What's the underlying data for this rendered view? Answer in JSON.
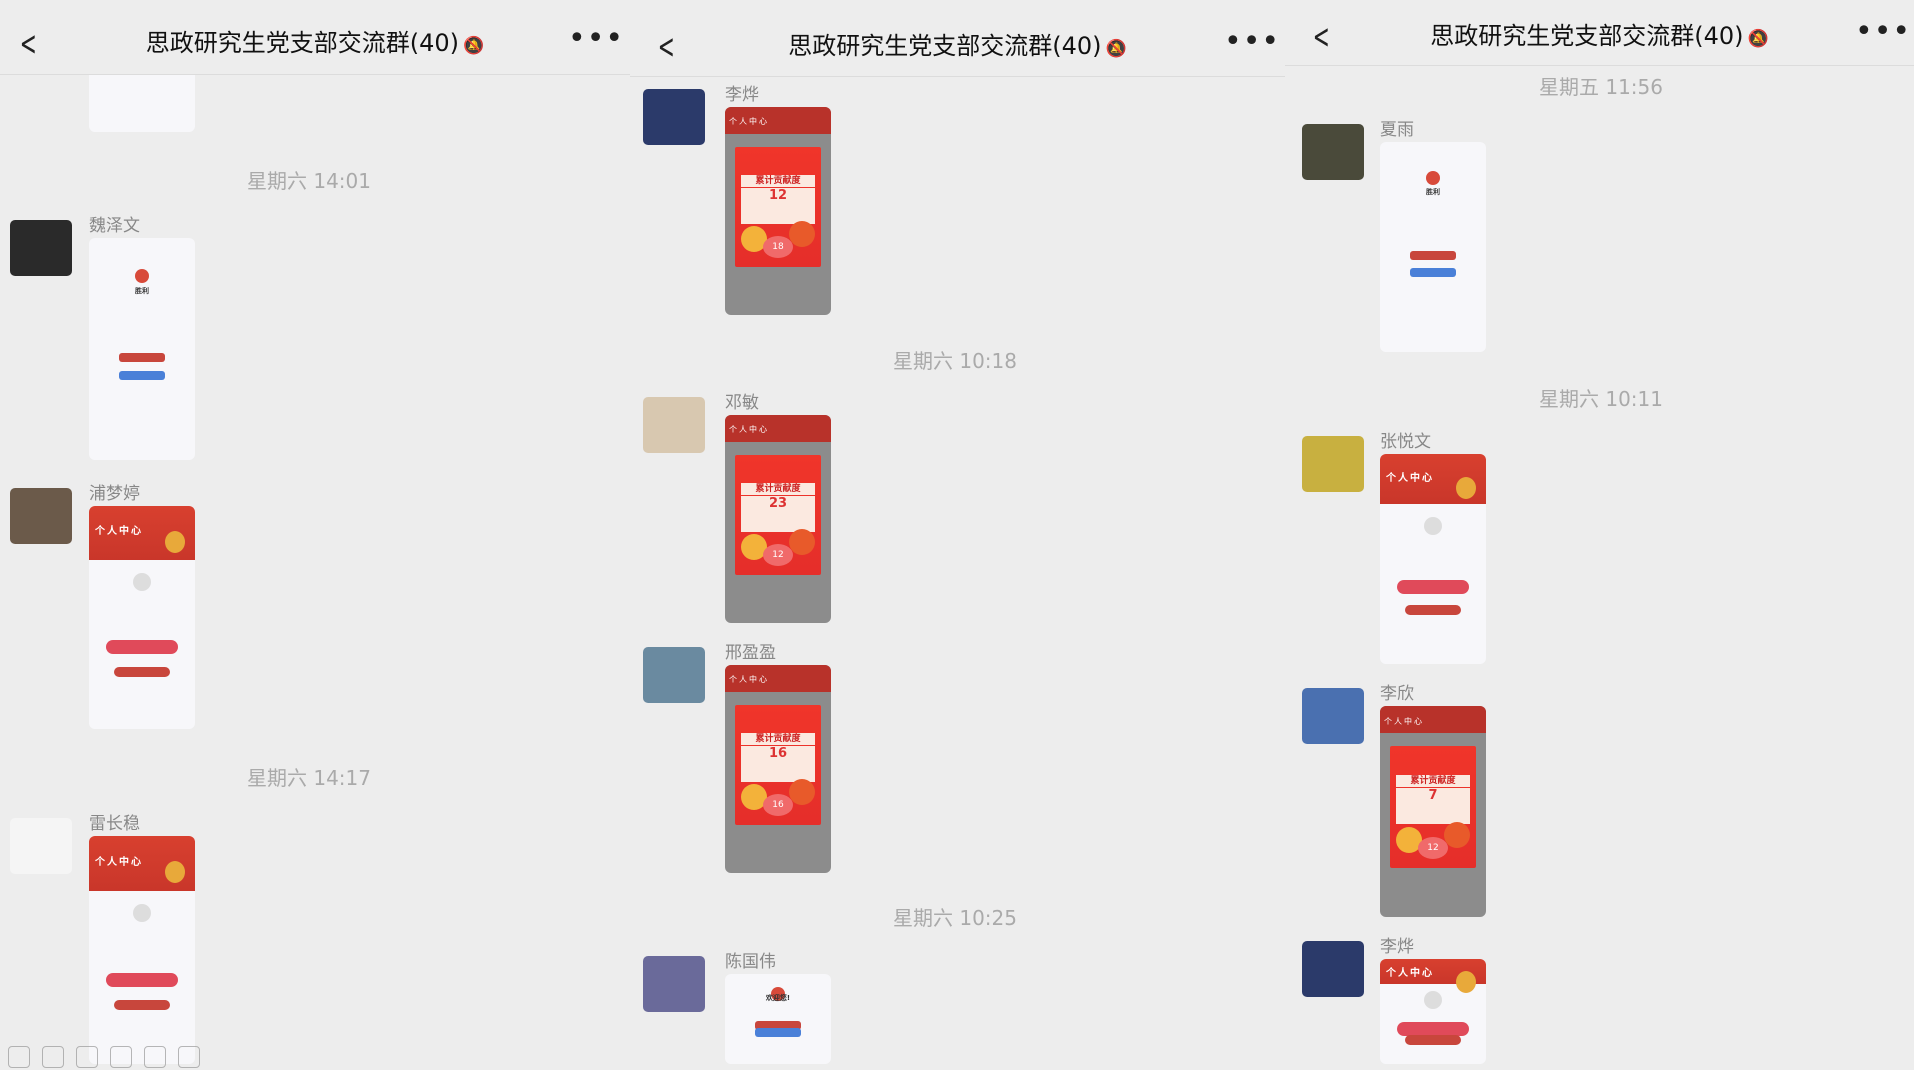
{
  "group_title": "思政研究生党支部交流群(40)",
  "panels": [
    {
      "messages": [
        {
          "type": "time",
          "text": "星期六 14:01"
        },
        {
          "type": "msg",
          "sender": "魏泽文",
          "card": "white",
          "label": "胜利",
          "avatar": "#2a2a2a"
        },
        {
          "type": "msg",
          "sender": "浦梦婷",
          "card": "red",
          "label": "个人中心",
          "avatar": "#6b5a4a"
        },
        {
          "type": "time",
          "text": "星期六 14:17"
        },
        {
          "type": "msg",
          "sender": "雷长稳",
          "card": "red",
          "label": "个人中心",
          "avatar": "#f5f5f5"
        }
      ]
    },
    {
      "messages": [
        {
          "type": "msg",
          "sender": "李烨",
          "card": "grey",
          "label": "个人中心",
          "title": "累计贡献度",
          "value": "12",
          "sub": "18",
          "avatar": "#2b3a6a"
        },
        {
          "type": "time",
          "text": "星期六 10:18"
        },
        {
          "type": "msg",
          "sender": "邓敏",
          "card": "grey",
          "label": "个人中心",
          "title": "累计贡献度",
          "value": "23",
          "sub": "12",
          "avatar": "#d8c8b0"
        },
        {
          "type": "msg",
          "sender": "邢盈盈",
          "card": "grey",
          "label": "个人中心",
          "title": "累计贡献度",
          "value": "16",
          "sub": "16",
          "avatar": "#6a8aa0"
        },
        {
          "type": "time",
          "text": "星期六 10:25"
        },
        {
          "type": "msg",
          "sender": "陈国伟",
          "card": "white",
          "label": "欢迎您!",
          "avatar": "#6a6a9a"
        }
      ]
    },
    {
      "messages": [
        {
          "type": "time",
          "text": "星期五 11:56"
        },
        {
          "type": "msg",
          "sender": "夏雨",
          "card": "white",
          "label": "胜利",
          "avatar": "#4a4a3a"
        },
        {
          "type": "time",
          "text": "星期六 10:11"
        },
        {
          "type": "msg",
          "sender": "张悦文",
          "card": "red",
          "label": "个人中心",
          "avatar": "#c8b040"
        },
        {
          "type": "msg",
          "sender": "李欣",
          "card": "grey",
          "label": "个人中心",
          "title": "累计贡献度",
          "value": "7",
          "sub": "12",
          "avatar": "#4a70b0"
        },
        {
          "type": "msg",
          "sender": "李烨",
          "card": "red",
          "label": "个人中心",
          "avatar": "#2b3a6a"
        }
      ]
    }
  ]
}
